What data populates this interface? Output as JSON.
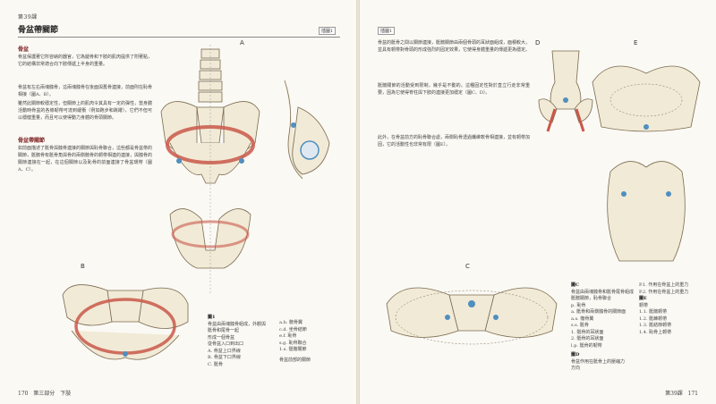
{
  "left_page": {
    "chapter_tag": "第39課",
    "title": "骨盆帶關節",
    "fig_ref": "插圖1",
    "section1_heading": "骨盆",
    "section1_paras": [
      "骨盆保護著它所容納的器官，它為腿骨和下肢的肌肉提供了附著點，它的結構非常適合向下肢傳遞上半身的重量。",
      "骨盆有左右兩塊髖骨，這兩塊髖骨在後面與舊骨連接，前面則在恥骨相接（圖A、B）。",
      "雖然此關節較穩定性，但關節上的肌肉令其具有一定的彈性，當身體活動時骨盆的各條韌帶可達到緩衝（例如跑步和跳躍），它們不但可以穩健重量，而且可以使得動力身體的骨頭關節。"
    ],
    "section2_heading": "骨盆帶關節",
    "section2_paras": [
      "如前面描述了骶骨與髖骨連接的關節與恥骨聯合，這些都是骨盆帶的關節，骶髂骨有骶骨角與骨的兩側髂骨的韌帶相連的連接，與髖骨的關節連接在一起，在這個關節以及恥骨的前面連接了骨盆環帶（圖A、C）。"
    ],
    "fig_letters": {
      "A": "A",
      "B": "B"
    },
    "caption1_heading": "圖1",
    "caption1_lines": [
      "骨盆由兩塊髖骨組成，外觀與",
      "骶骨和尾骨一起",
      "形成一個骨盆",
      "從骨盆入口到出口",
      "A. 骨盆上口界線",
      "B. 骨盆下口界線",
      "C. 骶骨"
    ],
    "caption1_right": [
      "a.b. 髂骨翼",
      "c.d. 坐骨結節",
      "e.f. 恥骨",
      "s.g. 恥骨聯合",
      "1.s. 骶髂關節"
    ],
    "caption1_note": "骨盆前部的關節",
    "folio": "170",
    "running_foot": "第三部分　下肢"
  },
  "right_page": {
    "fig_ref": "插圖1",
    "paras": [
      "骨盆的骶骨之間以關節連接，骶髂關節由兩個骨頭的耳狀面組成，面積較大，並具有韌帶對骨頭的形成強烈的固定效果，它使得身體重量的傳遞更為穩定。",
      "骶髂關節的活動受到限制，幾乎是不動的。這種固定性對於直立行走非常重要，因為它使得脊柱與下肢的連接更加穩定（圖C、D）。",
      "此外，在骨盆前方的恥骨聯合處，兩側恥骨透過纖維軟骨相連接，並有韌帶加固，它的活動性也非常有限（圖E）。"
    ],
    "fig_letters": {
      "C": "C",
      "D": "D",
      "E": "E"
    },
    "caption_c_heading": "圖C",
    "caption_c_lines": [
      "骨盆由兩塊髖骨和骶骨尾骨組成",
      "骶髂關節，恥骨聯合",
      "p. 恥骨",
      "a. 骶骨和兩側髖骨的關節面",
      "a.s. 髂骨翼",
      "s.s. 骶骨",
      "1. 骶骨的耳狀面",
      "2. 骶骨的耳狀面",
      "l.p. 骶骨的韌帶"
    ],
    "caption_c_right": [
      "P.1. 作用在骨盆上的重力",
      "P.2. 作用在骨盆上的重力",
      "圖E",
      "韌帶",
      "1.1. 骶髂韌帶",
      "1.2. 骶棘韌帶",
      "1.3. 骶結節韌帶",
      "1.4. 恥骨上韌帶"
    ],
    "caption_d_heading": "圖D",
    "caption_d_lines": [
      "骨盆作用在骶骨上的壓縮力",
      "方向"
    ],
    "folio": "171",
    "running_foot": "第39課"
  },
  "colors": {
    "bone": "#f1ead6",
    "bone_line": "#7a6a50",
    "ligament_red": "#c9584a",
    "joint_blue": "#4f8fbf"
  }
}
